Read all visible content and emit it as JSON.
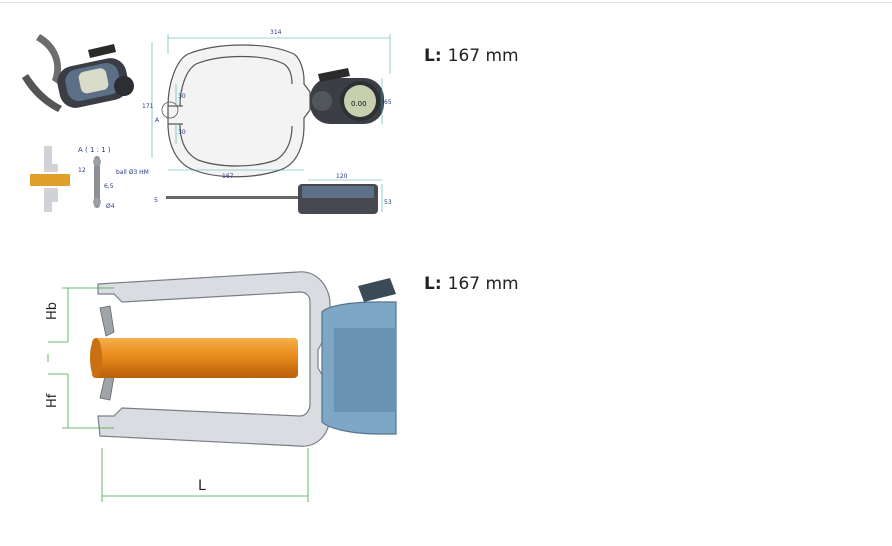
{
  "rows": [
    {
      "drawing": {
        "dim_overall_length": "314",
        "dim_height": "171",
        "dim_jaw_upper": "30",
        "dim_jaw_lower": "30",
        "dim_reach": "167",
        "dim_gauge_height": "65",
        "dim_gauge_width": "120",
        "dim_body_thickness": "53",
        "dim_tip_thickness": "5",
        "detail_marker": "A",
        "detail_title": "A ( 1 : 1 )",
        "detail_ball": "ball Ø3 HM",
        "detail_dim_12": "12",
        "detail_dim_65": "6,5",
        "detail_dim_d4": "Ø4",
        "display_reading": "0.00"
      },
      "spec": {
        "label": "L:",
        "value": "167 mm"
      }
    },
    {
      "diagram": {
        "label_hb": "Hb",
        "label_hf": "Hf",
        "label_l": "L"
      },
      "spec": {
        "label": "L:",
        "value": "167 mm"
      }
    }
  ]
}
